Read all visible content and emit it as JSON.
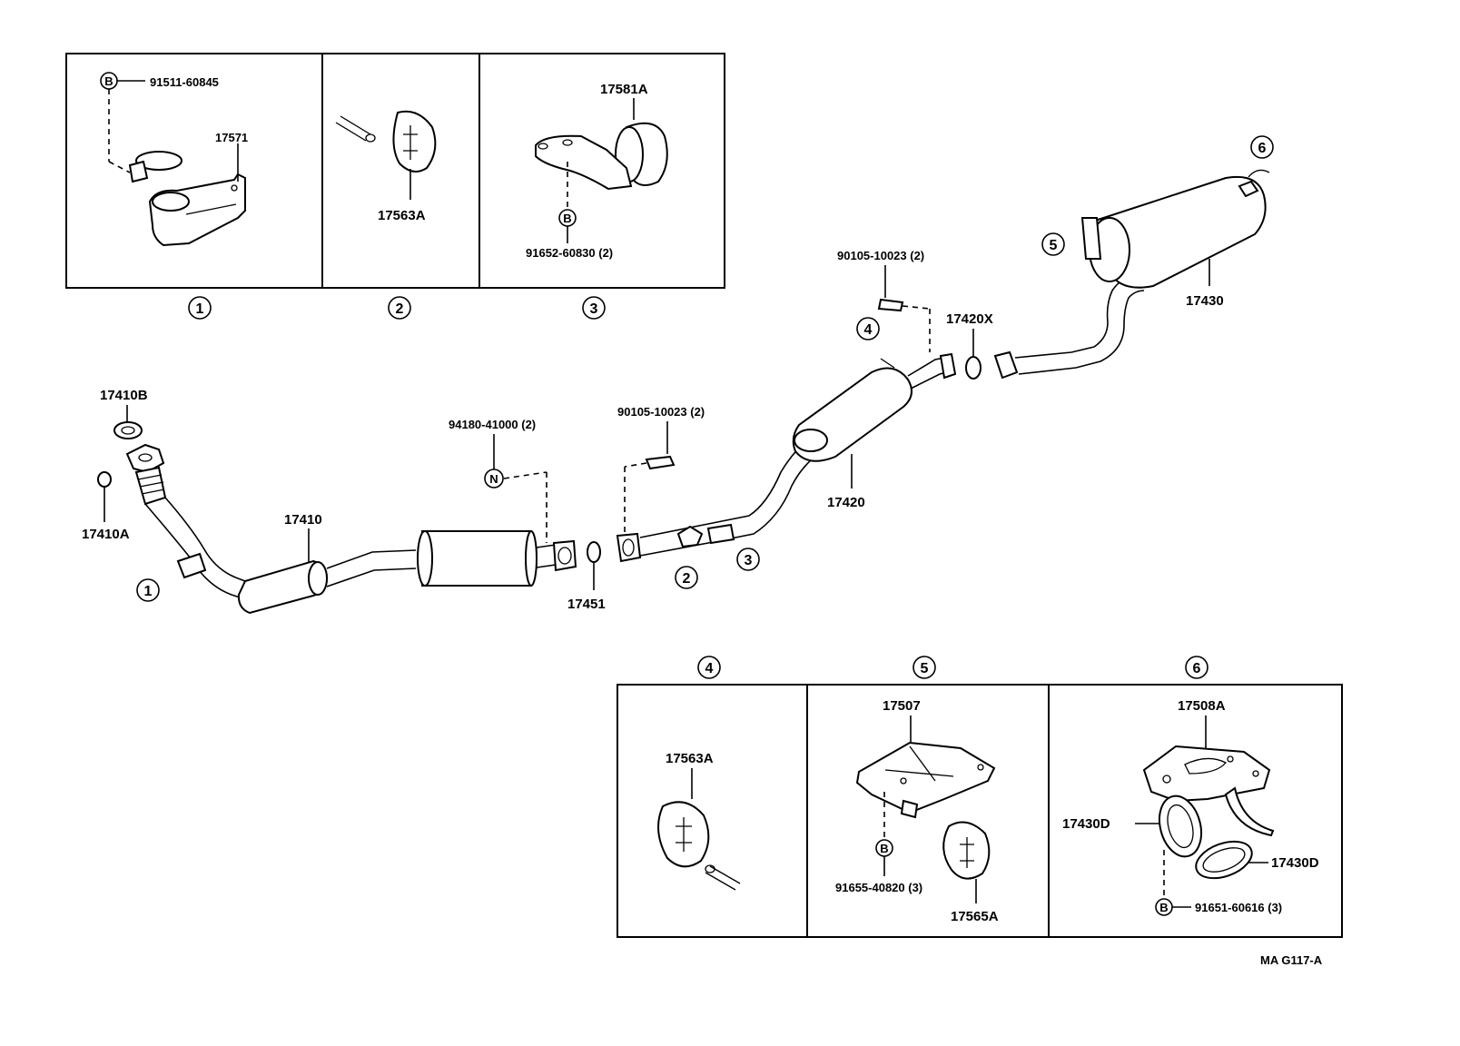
{
  "callouts": {
    "c1": "1",
    "c2": "2",
    "c3": "3",
    "c4": "4",
    "c5": "5",
    "c6": "6"
  },
  "badges": {
    "bolt": "B",
    "nut": "N"
  },
  "inset1": {
    "bolt_part": "91511-60845",
    "clamp_part": "17571"
  },
  "inset2": {
    "hanger_part": "17563A"
  },
  "inset3": {
    "support_part": "17581A",
    "bolt_part": "91652-60830 (2)"
  },
  "main": {
    "gasket_top": "17410B",
    "nut_flange": "17410A",
    "front_pipe": "17410",
    "nut_kit": "94180-41000 (2)",
    "gasket_center": "17451",
    "bolt_center": "90105-10023 (2)",
    "center_pipe": "17420",
    "bolt_rear": "90105-10023 (2)",
    "gasket_rear": "17420X",
    "tail_pipe": "17430"
  },
  "inset4": {
    "hanger_part": "17563A"
  },
  "inset5": {
    "bracket_part": "17507",
    "bolt_part": "91655-40820 (3)",
    "hanger_part": "17565A"
  },
  "inset6": {
    "bracket_part": "17508A",
    "ring_left": "17430D",
    "ring_right": "17430D",
    "bolt_part": "91651-60616 (3)"
  },
  "figure_code": "MA G117-A"
}
